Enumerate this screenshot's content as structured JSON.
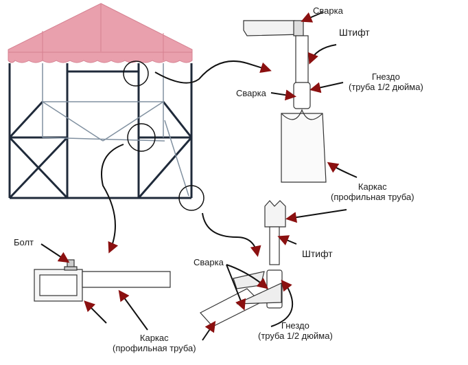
{
  "colors": {
    "roof": "#e9a0ad",
    "frame": "#1f2a3a",
    "arrow": "#2a1a1a",
    "arrowhead": "#8b1010"
  },
  "labels": {
    "weld_top": "Сварка",
    "pin_top": "Штифт",
    "socket_top_1": "Гнездо",
    "socket_top_2": "(труба 1/2 дюйма)",
    "weld_mid": "Сварка",
    "frame_right_1": "Каркас",
    "frame_right_2": "(профильная труба)",
    "bolt": "Болт",
    "frame_left_1": "Каркас",
    "frame_left_2": "(профильная труба)",
    "weld_bottom": "Сварка",
    "pin_bottom": "Штифт",
    "socket_bottom_1": "Гнездо",
    "socket_bottom_2": "(труба 1/2 дюйма)"
  }
}
